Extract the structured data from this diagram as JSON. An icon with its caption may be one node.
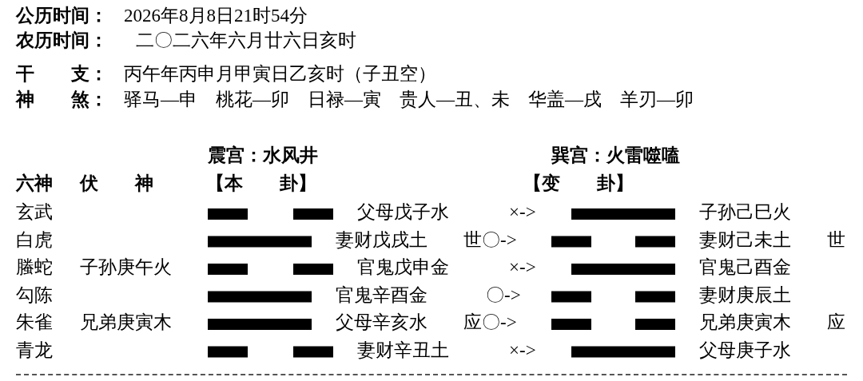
{
  "diagram": {
    "labels": [
      "公历时间：",
      "2026年8月8日21时54分",
      "农历时间：",
      "二〇二六年六月廿六日亥时",
      "干　　支：",
      "丙午年丙申月甲寅日乙亥时（子丑空）",
      "神　　煞：",
      "驿马—申　桃花—卯　日禄—寅　贵人—丑、未　华盖—戌　羊刃—卯",
      "震宫：水风井",
      "巽宫：火雷噬嗑",
      "六神",
      "伏　　神",
      "【本　　卦】",
      "【变　　卦】",
      "玄武",
      "父母戊子水",
      "×->",
      "子孙己巳火",
      "白虎",
      "妻财戊戌土",
      "世〇->",
      "妻财己未土",
      "世",
      "螣蛇",
      "子孙庚午火",
      "官鬼戊申金",
      "×->",
      "官鬼己酉金",
      "勾陈",
      "官鬼辛酉金",
      "〇->",
      "妻财庚辰土",
      "朱雀",
      "兄弟庚寅木",
      "父母辛亥水",
      "应〇->",
      "兄弟庚寅木",
      "应",
      "青龙",
      "妻财辛丑土",
      "×->",
      "父母庚子水"
    ]
  }
}
